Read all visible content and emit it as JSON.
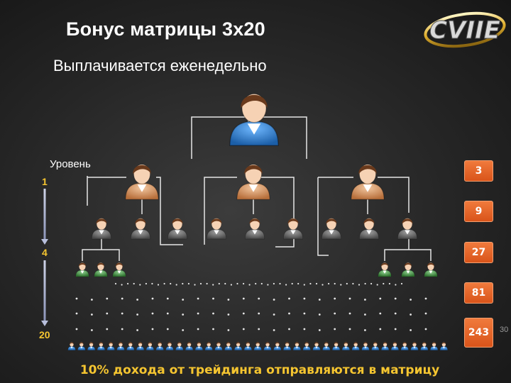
{
  "header": {
    "title": "Бонус матрицы 3x20",
    "subtitle": "Выплачивается еженедельно",
    "logo_text": "CVIIE"
  },
  "levels": {
    "label": "Уровень",
    "markers": [
      "1",
      "4",
      "20"
    ]
  },
  "counts": [
    "3",
    "9",
    "27",
    "81",
    "243"
  ],
  "page_number": "30",
  "footer": "10% дохода от трейдинга отправляются в матрицу",
  "colors": {
    "accent_yellow": "#f5c530",
    "badge_orange": "#e8642a",
    "top_person": "#2f86d6",
    "level1_person": "#e0a070",
    "level2_person": "#7a7a7a",
    "level3_person": "#3f9a3f"
  },
  "icons": {
    "root": "person-blue-icon",
    "level1": "person-orange-icon",
    "level2": "person-gray-icon",
    "level3": "person-green-icon",
    "bottom_row": "person-small-blue-icon"
  }
}
